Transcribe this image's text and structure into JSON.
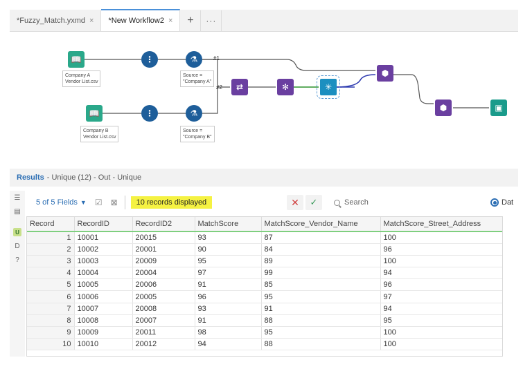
{
  "tabs": [
    {
      "label": "*Fuzzy_Match.yxmd",
      "close": "×",
      "active": false
    },
    {
      "label": "*New Workflow2",
      "close": "×",
      "active": true
    }
  ],
  "tab_add": "+",
  "tab_more": "···",
  "workflow": {
    "annotations": {
      "company_a": "Company A\nVendor List.csv",
      "company_b": "Company B\nVendor List.csv",
      "source_a": "Source =\n\"Company A\"",
      "source_b": "Source =\n\"Company B\""
    },
    "labels": {
      "conn1": "#1",
      "conn2": "#2"
    },
    "colors": {
      "connector": "#555555",
      "fuzzy_link": "#2d3ab0",
      "input": "#2aa88a",
      "tool_blue": "#1e5e9a",
      "tool_purple": "#6a3fa0",
      "fuzzy": "#1c8fc0",
      "browse": "#1a9b8b"
    }
  },
  "results": {
    "title": "Results",
    "subtitle": " - Unique (12) - Out - Unique",
    "fields_label": "5 of 5 Fields",
    "records_label": "10 records displayed",
    "search_placeholder": "Search",
    "view_option": "Dat",
    "highlight_color": "#f5f242",
    "columns": [
      "Record",
      "RecordID",
      "RecordID2",
      "MatchScore",
      "MatchScore_Vendor_Name",
      "MatchScore_Street_Address"
    ],
    "rows": [
      [
        "1",
        "10001",
        "20015",
        "93",
        "87",
        "100"
      ],
      [
        "2",
        "10002",
        "20001",
        "90",
        "84",
        "96"
      ],
      [
        "3",
        "10003",
        "20009",
        "95",
        "89",
        "100"
      ],
      [
        "4",
        "10004",
        "20004",
        "97",
        "99",
        "94"
      ],
      [
        "5",
        "10005",
        "20006",
        "91",
        "85",
        "96"
      ],
      [
        "6",
        "10006",
        "20005",
        "96",
        "95",
        "97"
      ],
      [
        "7",
        "10007",
        "20008",
        "93",
        "91",
        "94"
      ],
      [
        "8",
        "10008",
        "20007",
        "91",
        "88",
        "95"
      ],
      [
        "9",
        "10009",
        "20011",
        "98",
        "95",
        "100"
      ],
      [
        "10",
        "10010",
        "20012",
        "94",
        "88",
        "100"
      ]
    ]
  }
}
